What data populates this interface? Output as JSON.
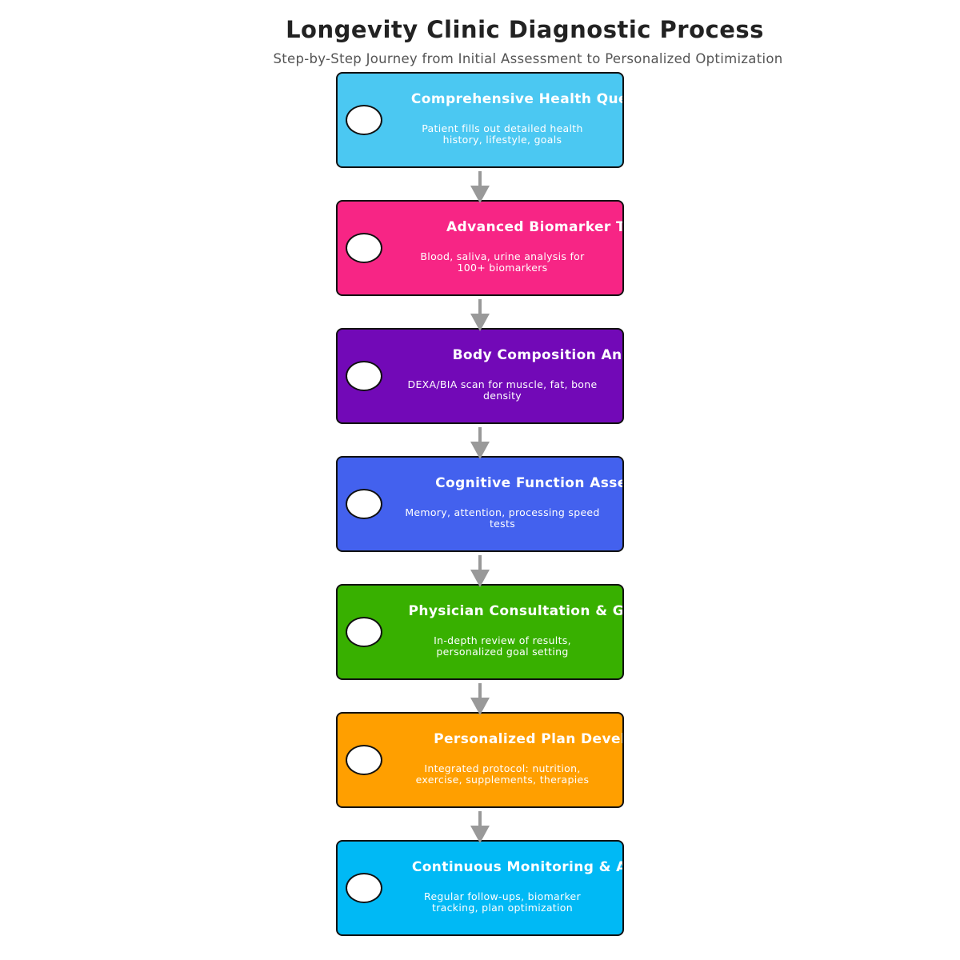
{
  "header": {
    "title": "Longevity Clinic Diagnostic Process",
    "subtitle": "Step-by-Step Journey from Initial Assessment to Personalized Optimization"
  },
  "steps": [
    {
      "title": "Comprehensive Health Questionnaire",
      "desc_line1": "Patient fills out detailed health",
      "desc_line2": "history, lifestyle, goals",
      "color": "#4BC8F2"
    },
    {
      "title": "Advanced Biomarker Testing",
      "desc_line1": "Blood, saliva, urine analysis for",
      "desc_line2": "100+ biomarkers",
      "color": "#F72585"
    },
    {
      "title": "Body Composition Analysis",
      "desc_line1": "DEXA/BIA scan for muscle, fat, bone",
      "desc_line2": "density",
      "color": "#7209B7"
    },
    {
      "title": "Cognitive Function Assessment",
      "desc_line1": "Memory, attention, processing speed",
      "desc_line2": "tests",
      "color": "#4361EE"
    },
    {
      "title": "Physician Consultation & Goal Setting",
      "desc_line1": "In-depth review of results,",
      "desc_line2": "personalized goal setting",
      "color": "#38B000"
    },
    {
      "title": "Personalized Plan Development",
      "desc_line1": "Integrated protocol: nutrition,",
      "desc_line2": "exercise, supplements, therapies",
      "color": "#FF9F00"
    },
    {
      "title": "Continuous Monitoring & Adjustment",
      "desc_line1": "Regular follow-ups, biomarker",
      "desc_line2": "tracking, plan optimization",
      "color": "#00B9F5"
    }
  ],
  "arrow_color": "#999999"
}
